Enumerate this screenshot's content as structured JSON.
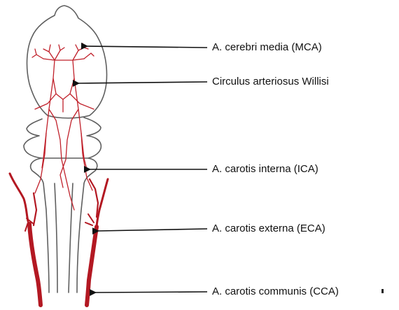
{
  "labels": {
    "mca": "A. cerebri media (MCA)",
    "cow": "Circulus arteriosus Willisi",
    "ica": "A. carotis interna (ICA)",
    "eca": "A. carotis externa (ECA)",
    "cca": "A. carotis communis (CCA)"
  },
  "colors": {
    "outline": "#5f5f5f",
    "artery": "#c0202a",
    "artery_dark": "#a3161f",
    "arrow": "#111111"
  }
}
